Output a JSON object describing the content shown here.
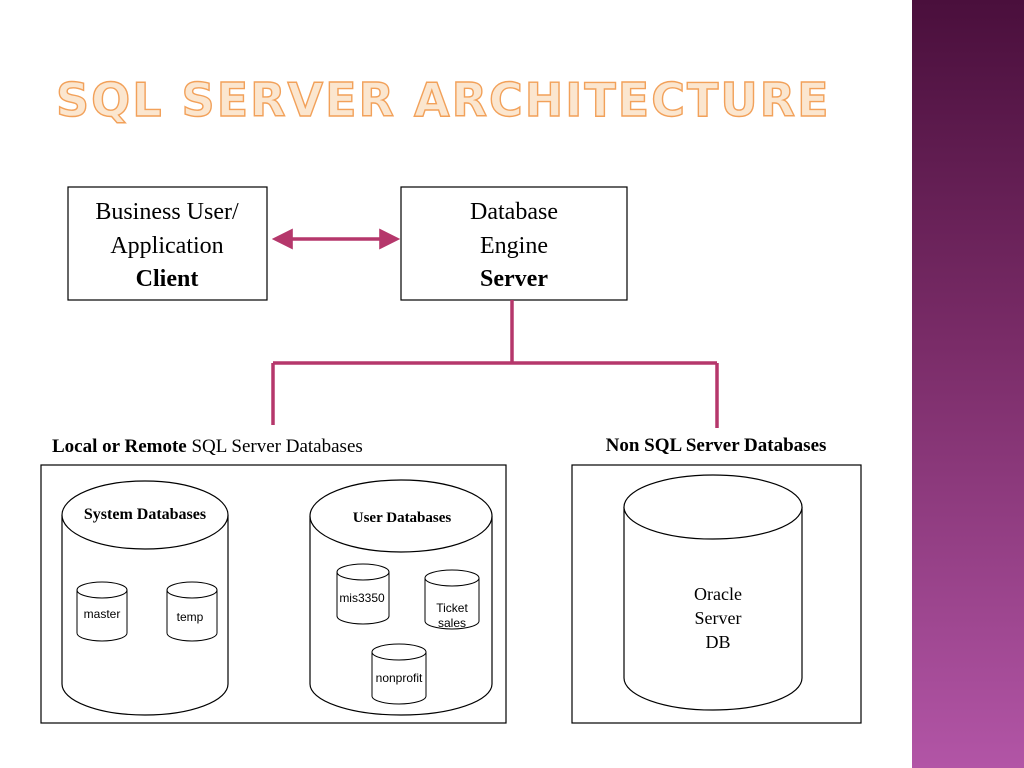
{
  "slide": {
    "title": "SQL SERVER ARCHITECTURE",
    "colors": {
      "title_fill": "#fbe6cf",
      "title_outline": "#f2a15a",
      "connector": "#b5376b",
      "side_band_top": "#4a0f3c",
      "side_band_bottom": "#b255a6"
    }
  },
  "client_box": {
    "line1": "Business User/",
    "line2": "Application",
    "line3": "Client"
  },
  "server_box": {
    "line1": "Database",
    "line2": "Engine",
    "line3": "Server"
  },
  "local_section": {
    "heading_bold": "Local or Remote",
    "heading_rest": "SQL Server Databases",
    "system_db": {
      "label": "System Databases",
      "children": [
        "master",
        "temp"
      ]
    },
    "user_db": {
      "label": "User Databases",
      "children": [
        "mis3350",
        "Ticket sales",
        "nonprofit"
      ]
    }
  },
  "nonsql_section": {
    "heading": "Non SQL Server Databases",
    "db_lines": [
      "Oracle",
      "Server",
      "DB"
    ]
  }
}
